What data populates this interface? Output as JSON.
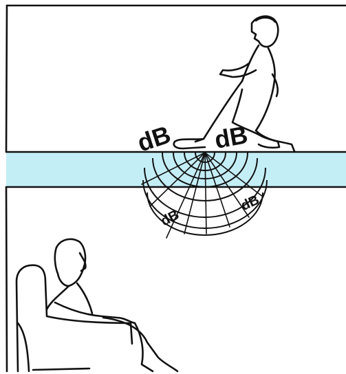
{
  "labels": {
    "db_left": "dB",
    "db_center": "dB",
    "db_lower_right": "dB",
    "db_lower_left": "dB"
  },
  "colors": {
    "floor_slab": "#c4eef6",
    "ink": "#111111",
    "background": "#ffffff"
  }
}
